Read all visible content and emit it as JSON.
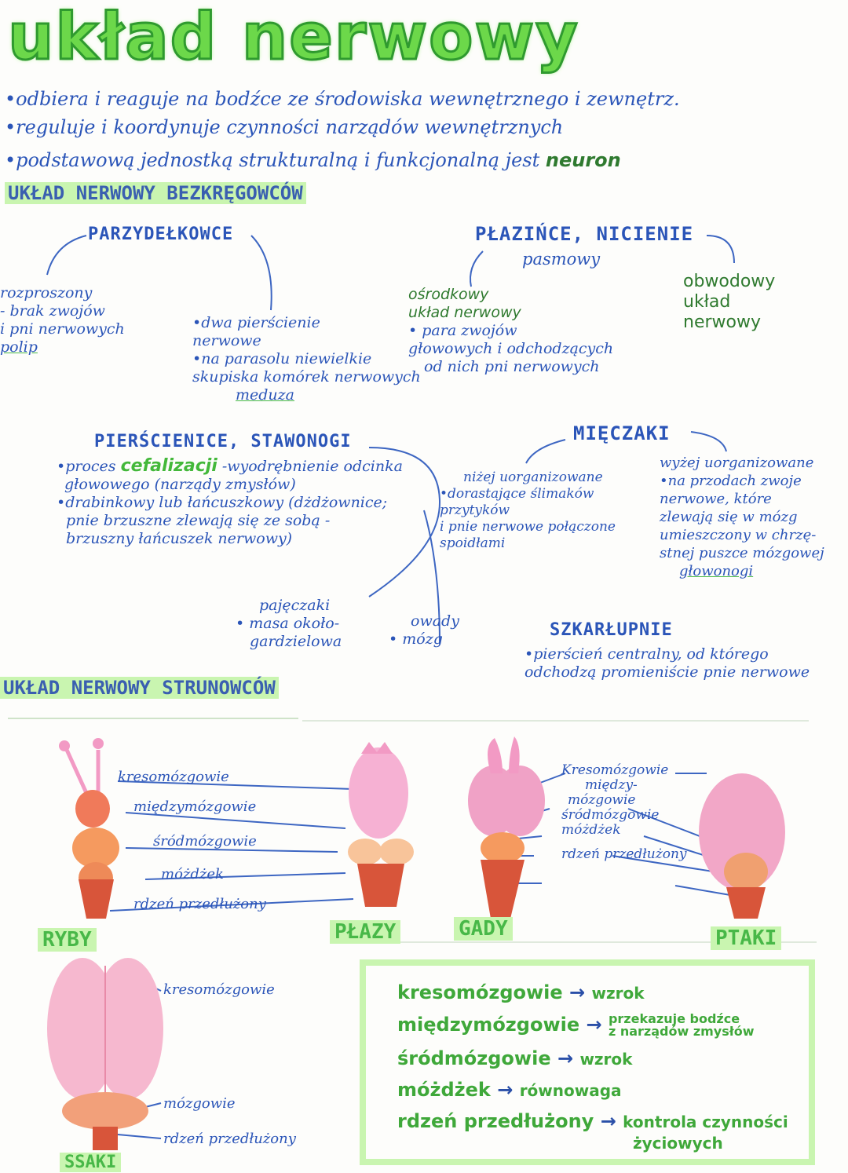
{
  "title": "układ nerwowy",
  "intro": [
    "•odbiera i reaguje na bodźce ze środowiska wewnętrznego i zewnętrz.",
    "•reguluje i koordynuje czynności narządów wewnętrznych",
    "•podstawową jednostką strukturalną i funkcjonalną jest"
  ],
  "intro_neuron": "neuron",
  "section_invertebrates": "UKŁAD NERWOWY BEZKRĘGOWCÓW",
  "parzydelkowce": {
    "name": "PARZYDEŁKOWCE",
    "left": [
      "rozproszony",
      "- brak zwojów",
      "i pni nerwowych"
    ],
    "left_example": "polip",
    "right": [
      "•dwa pierścienie",
      "nerwowe",
      "•na parasolu niewielkie",
      "skupiska komórek nerwowych"
    ],
    "right_example": "meduza"
  },
  "plazince": {
    "name": "PŁAZIŃCE, NICIENIE",
    "pasmowy": "pasmowy",
    "osrodkowy": [
      "ośrodkowy",
      "układ nerwowy",
      "• para zwojów",
      "głowowych i odchodzących",
      "od nich pni nerwowych"
    ],
    "obwodowy": [
      "obwodowy",
      "układ",
      "nerwowy"
    ]
  },
  "pierscienice": {
    "name": "PIERŚCIENICE, STAWONOGI",
    "line1_pre": "•proces",
    "line1_key": "cefalizacji",
    "line1_post": "-wyodrębnienie odcinka",
    "line2": "głowowego (narządy zmysłów)",
    "line3": "•drabinkowy lub łańcuszkowy (dżdżownice;",
    "line4": "pnie brzuszne zlewają się ze sobą -",
    "line5": "brzuszny łańcuszek nerwowy)",
    "pajeczaki": [
      "pajęczaki",
      "• masa około-",
      "gardzielowa"
    ],
    "owady": [
      "owady",
      "• mózg"
    ]
  },
  "mieczaki": {
    "name": "MIĘCZAKI",
    "left": [
      "niżej uorganizowane",
      "•dorastające ślimaków przytyków",
      "i pnie nerwowe połączone",
      "spoidłami"
    ],
    "right": [
      "wyżej uorganizowane",
      "•na przodach zwoje",
      "nerwowe, które",
      "zlewają się w mózg",
      "umieszczony w chrzę-",
      "stnej puszce mózgowej"
    ],
    "right_example": "głowonogi"
  },
  "szkarlupnie": {
    "name": "SZKARŁUPNIE",
    "lines": [
      "•pierścień centralny, od którego",
      "odchodzą promieniście pnie nerwowe"
    ]
  },
  "section_vertebrates": "UKŁAD NERWOWY STRUNOWCÓW",
  "brain_parts": [
    "kresomózgowie",
    "międzymózgowie",
    "śródmózgowie",
    "móżdżek",
    "rdzeń przedłużony"
  ],
  "brain_parts_birds": [
    "Kresomózgowie",
    "między-",
    "mózgowie",
    "śródmózgowie",
    "móżdżek",
    "rdzeń przedłużony"
  ],
  "mammal_parts": [
    "kresomózgowie",
    "mózgowie",
    "rdzeń przedłużony"
  ],
  "groups": [
    "RYBY",
    "PŁAZY",
    "GADY",
    "PTAKI",
    "SSAKI"
  ],
  "legend": [
    {
      "part": "kresomózgowie",
      "arrow": "→",
      "function": "wzrok"
    },
    {
      "part": "międzymózgowie",
      "arrow": "→",
      "function": "przekazuje bodźce"
    },
    {
      "part": "śródmózgowie",
      "arrow": "→",
      "function": "wzrok"
    },
    {
      "part": "móżdżek",
      "arrow": "→",
      "function": "równowaga"
    },
    {
      "part": "rdzeń przedłużony",
      "arrow": "→",
      "function": "kontrola czynności"
    }
  ],
  "legend_extra": {
    "row2": "z narządów zmysłów",
    "row5": "życiowych"
  },
  "colors": {
    "title": "#6cd84a",
    "ink": "#2b55b8",
    "highlight": "#c9f5b0",
    "brain_pink": "#f29ac4",
    "brain_orange": "#f59a5f",
    "brain_red": "#d8553a"
  }
}
